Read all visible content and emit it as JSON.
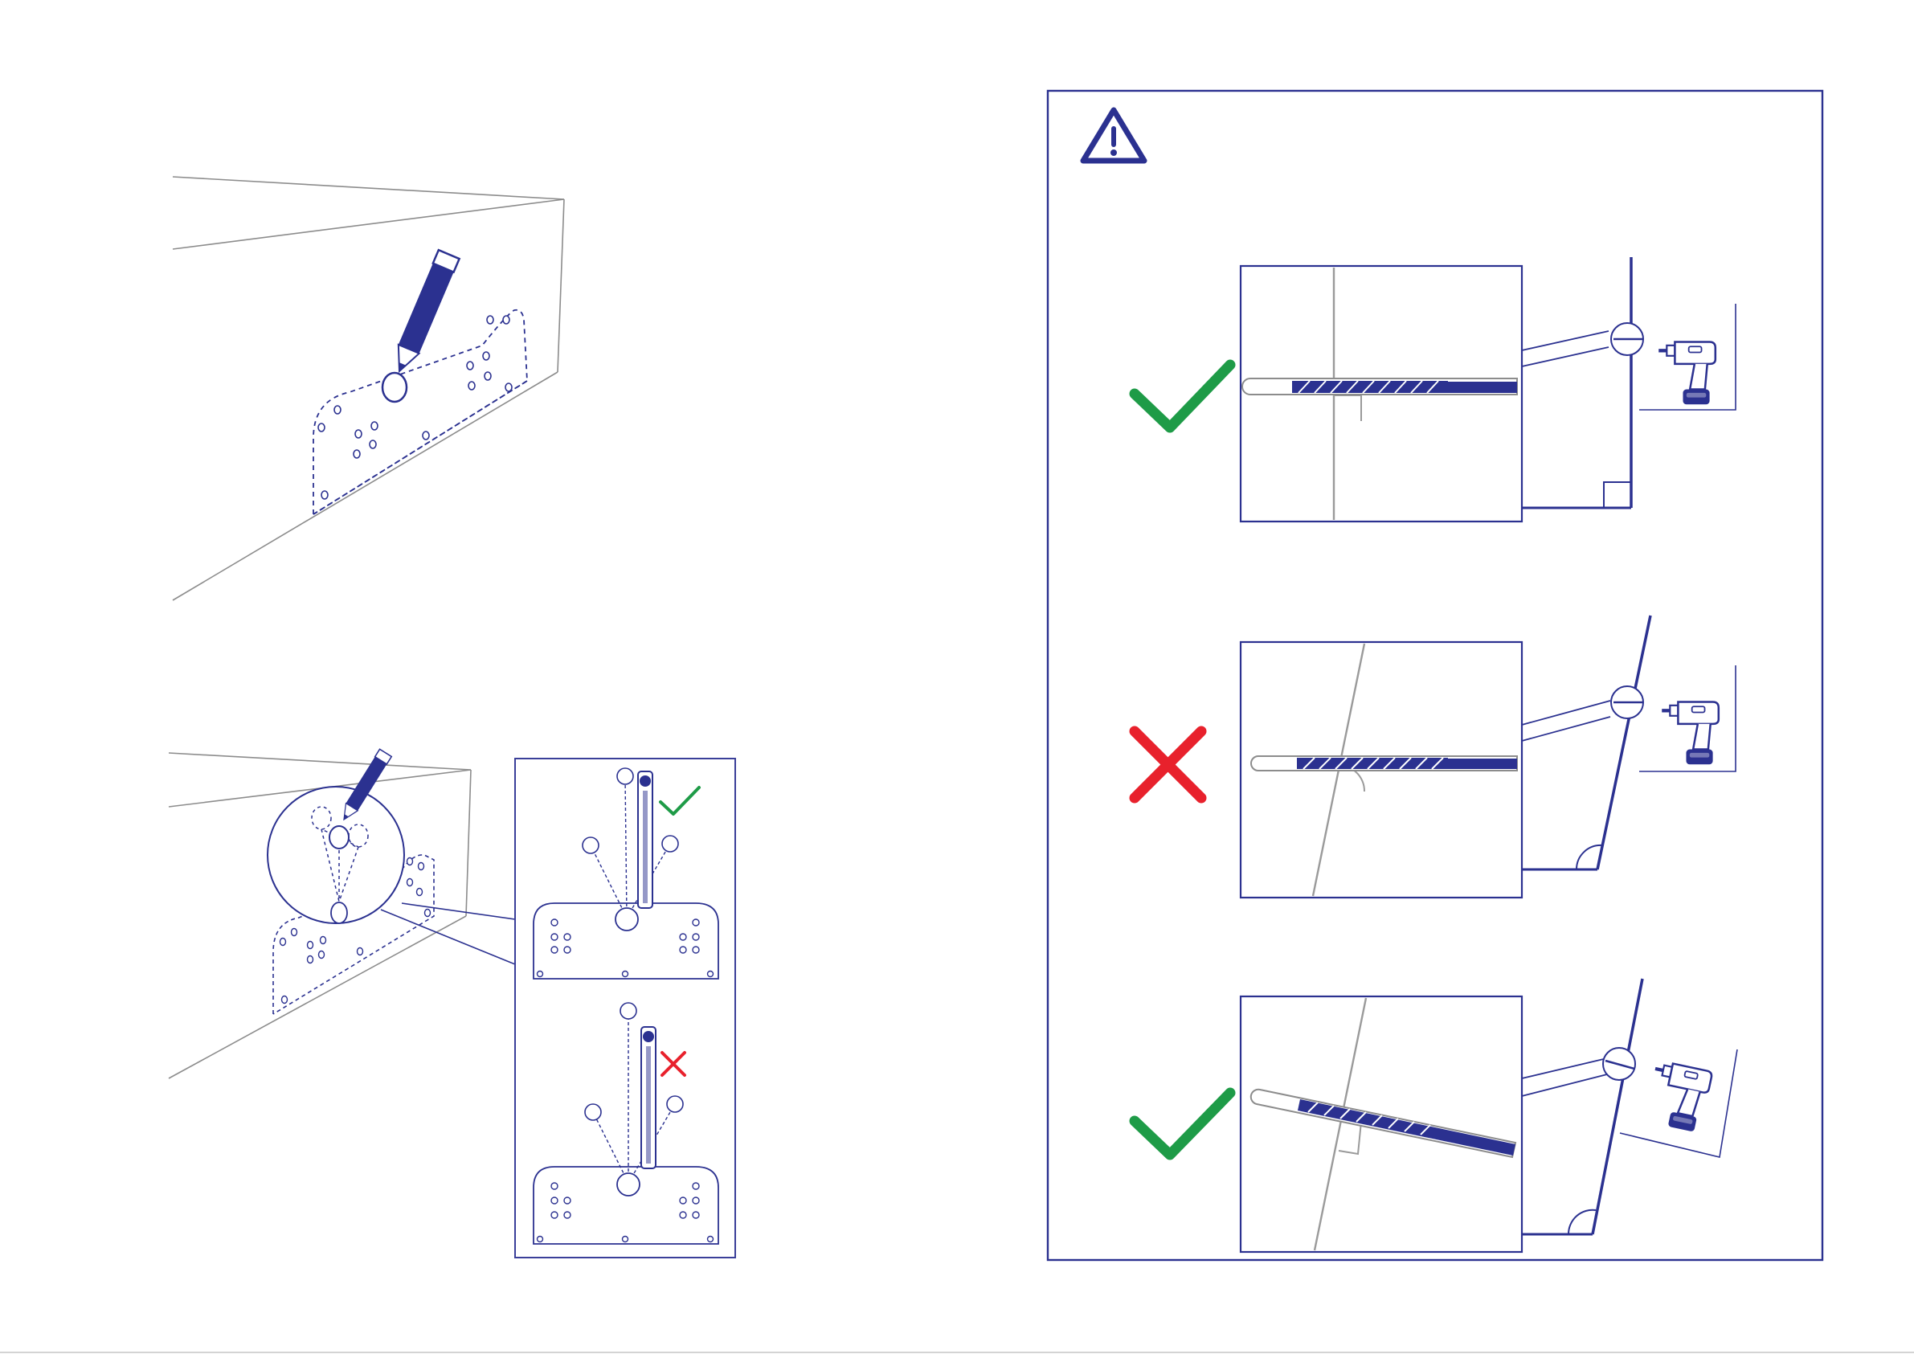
{
  "colors": {
    "primary": "#2b3190",
    "ok": "#1e9b47",
    "bad": "#e8212c",
    "line": "#8c8c8c",
    "panel": "#3a3f99"
  },
  "icons": {
    "warning": "warning-triangle-icon",
    "pencil": "pencil-icon",
    "check": "check-icon",
    "cross": "cross-icon",
    "drill": "power-drill-icon",
    "drill_bit": "drill-bit-icon"
  },
  "steps": {
    "top_left": "mark-hole-on-template",
    "bottom_left": "align-drill-bit-with-template"
  },
  "panel": {
    "rows": [
      {
        "id": "row-1",
        "status": "ok"
      },
      {
        "id": "row-2",
        "status": "bad"
      },
      {
        "id": "row-3",
        "status": "ok"
      }
    ]
  },
  "inset": {
    "rows": [
      {
        "id": "inset-row-1",
        "status": "ok"
      },
      {
        "id": "inset-row-2",
        "status": "bad"
      }
    ]
  }
}
